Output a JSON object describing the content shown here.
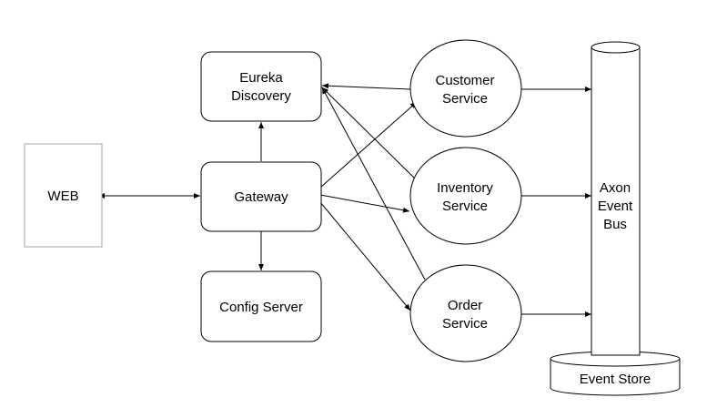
{
  "diagram": {
    "nodes": {
      "web": {
        "label": "WEB"
      },
      "eureka": {
        "label_line1": "Eureka",
        "label_line2": "Discovery"
      },
      "gateway": {
        "label": "Gateway"
      },
      "config": {
        "label": "Config Server"
      },
      "customer": {
        "label_line1": "Customer",
        "label_line2": "Service"
      },
      "inventory": {
        "label_line1": "Inventory",
        "label_line2": "Service"
      },
      "order": {
        "label_line1": "Order",
        "label_line2": "Service"
      },
      "bus": {
        "label_line1": "Axon",
        "label_line2": "Event",
        "label_line3": "Bus"
      },
      "store": {
        "label": "Event Store"
      }
    },
    "colors": {
      "stroke": "#000000",
      "web_border": "#a6a6a6",
      "fill": "#ffffff"
    }
  }
}
